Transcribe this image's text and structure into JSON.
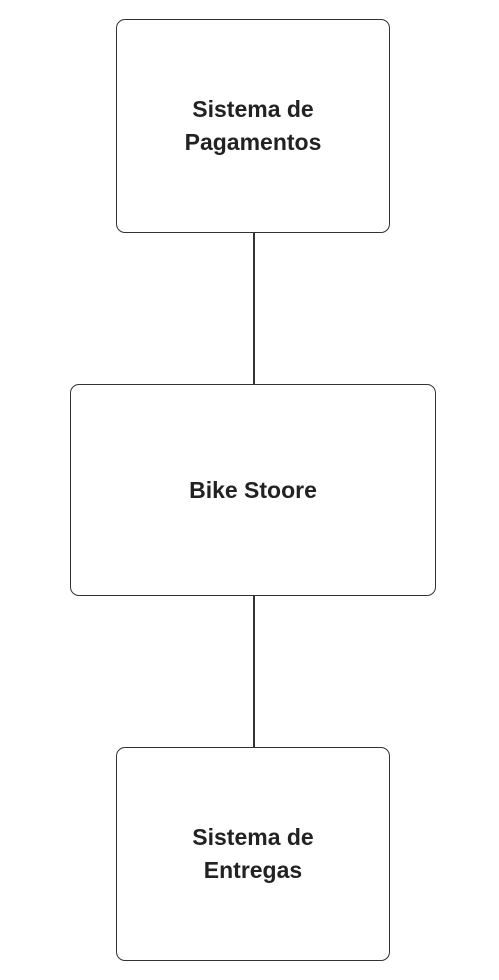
{
  "diagram": {
    "nodes": [
      {
        "id": "payments",
        "label": "Sistema de\nPagamentos"
      },
      {
        "id": "store",
        "label": "Bike Stoore"
      },
      {
        "id": "deliveries",
        "label": "Sistema de\nEntregas"
      }
    ],
    "edges": [
      {
        "from": "payments",
        "to": "store"
      },
      {
        "from": "store",
        "to": "deliveries"
      }
    ],
    "colors": {
      "stroke": "#333333",
      "text": "#222222",
      "background": "#ffffff"
    }
  }
}
